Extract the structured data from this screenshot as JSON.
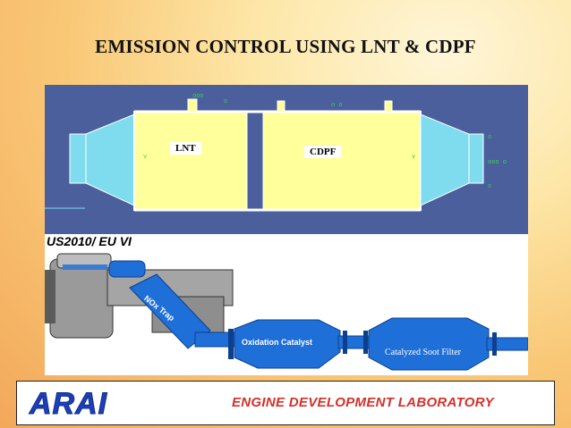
{
  "slide": {
    "title": "EMISSION CONTROL USING LNT & CDPF"
  },
  "cad_diagram": {
    "lnt_label": "LNT",
    "cdpf_label": "CDPF"
  },
  "exhaust_system": {
    "standard_label": "US2010/ EU VI",
    "nox_trap_label": "NOx Trap",
    "oxidation_catalyst_label": "Oxidation Catalyst",
    "soot_filter_label": "Catalyzed Soot Filter"
  },
  "footer": {
    "logo_text": "ARAI",
    "lab_name": "ENGINE DEVELOPMENT LABORATORY"
  },
  "colors": {
    "background": "#f9c877",
    "cad_background": "#4a5f9c",
    "can_fill": "#ffff9c",
    "cone_fill": "#7fdcef",
    "exhaust_blue": "#1f6fd8",
    "logo_blue": "#1f3fb5",
    "lab_red": "#d4302a"
  }
}
